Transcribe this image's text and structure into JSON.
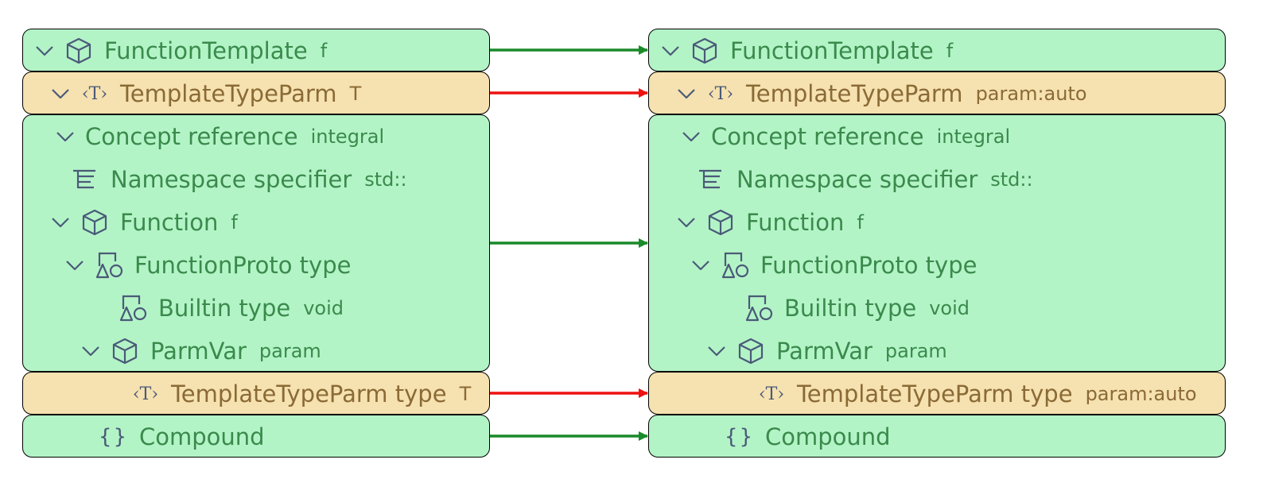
{
  "left_tree": [
    {
      "label": "FunctionTemplate",
      "detail": "f",
      "icon": "cube-icon",
      "expanded": true
    },
    {
      "label": "TemplateTypeParm",
      "detail": "T",
      "icon": "template-param-icon",
      "expanded": true
    },
    {
      "label": "Concept reference",
      "detail": "integral",
      "icon": "",
      "expanded": true
    },
    {
      "label": "Namespace specifier",
      "detail": "std::",
      "icon": "namespace-icon",
      "expanded": null
    },
    {
      "label": "Function",
      "detail": "f",
      "icon": "cube-icon",
      "expanded": true
    },
    {
      "label": "FunctionProto type",
      "detail": "",
      "icon": "type-shapes-icon",
      "expanded": true
    },
    {
      "label": "Builtin type",
      "detail": "void",
      "icon": "type-shapes-icon",
      "expanded": null
    },
    {
      "label": "ParmVar",
      "detail": "param",
      "icon": "cube-icon",
      "expanded": true
    },
    {
      "label": "TemplateTypeParm type",
      "detail": "T",
      "icon": "template-param-icon",
      "expanded": null
    },
    {
      "label": "Compound",
      "detail": "",
      "icon": "braces-icon",
      "expanded": null
    }
  ],
  "right_tree": [
    {
      "label": "FunctionTemplate",
      "detail": "f",
      "icon": "cube-icon",
      "expanded": true
    },
    {
      "label": "TemplateTypeParm",
      "detail": "param:auto",
      "icon": "template-param-icon",
      "expanded": true
    },
    {
      "label": "Concept reference",
      "detail": "integral",
      "icon": "",
      "expanded": true
    },
    {
      "label": "Namespace specifier",
      "detail": "std::",
      "icon": "namespace-icon",
      "expanded": null
    },
    {
      "label": "Function",
      "detail": "f",
      "icon": "cube-icon",
      "expanded": true
    },
    {
      "label": "FunctionProto type",
      "detail": "",
      "icon": "type-shapes-icon",
      "expanded": true
    },
    {
      "label": "Builtin type",
      "detail": "void",
      "icon": "type-shapes-icon",
      "expanded": null
    },
    {
      "label": "ParmVar",
      "detail": "param",
      "icon": "cube-icon",
      "expanded": true
    },
    {
      "label": "TemplateTypeParm type",
      "detail": "param:auto",
      "icon": "template-param-icon",
      "expanded": null
    },
    {
      "label": "Compound",
      "detail": "",
      "icon": "braces-icon",
      "expanded": null
    }
  ],
  "groups": [
    {
      "rows": [
        0
      ],
      "status": "unchanged"
    },
    {
      "rows": [
        1
      ],
      "status": "changed"
    },
    {
      "rows": [
        2,
        3,
        4,
        5,
        6,
        7
      ],
      "status": "unchanged"
    },
    {
      "rows": [
        8
      ],
      "status": "changed"
    },
    {
      "rows": [
        9
      ],
      "status": "unchanged"
    }
  ],
  "icon_glyphs": {
    "template-param-icon": "‹T›",
    "braces-icon": "{}"
  },
  "colors": {
    "unchanged_fill": "#b3f4c7",
    "changed_fill": "#f6e1b0",
    "unchanged_arrow": "#1a8a2a",
    "changed_arrow": "#ee1111",
    "icon_stroke": "#4a5a78",
    "unchanged_text": "#3a8a4c",
    "changed_text": "#8a6a35"
  }
}
